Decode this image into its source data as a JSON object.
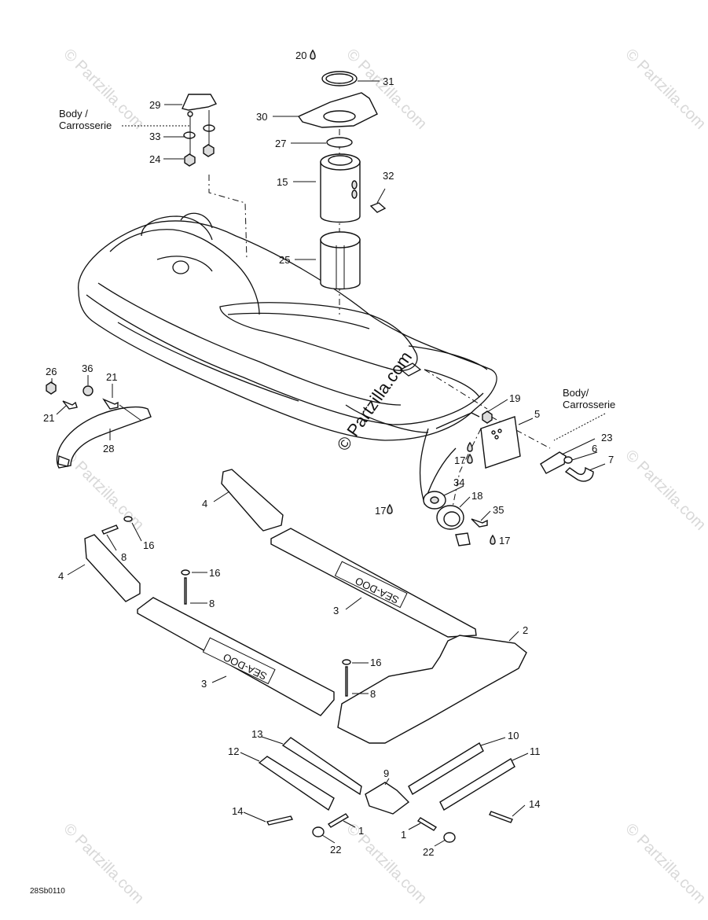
{
  "diagram": {
    "watermark_small": "© Partzilla.com",
    "watermark_center": "© Partzilla.com",
    "footer_code": "28Sb0110",
    "logo_text": "SEA-DOO",
    "body_label_left": [
      "Body /",
      "Carrosserie"
    ],
    "body_label_right": [
      "Body/",
      "Carrosserie"
    ],
    "callouts": {
      "c1a": "1",
      "c1b": "1",
      "c2": "2",
      "c3a": "3",
      "c3b": "3",
      "c4a": "4",
      "c4b": "4",
      "c5": "5",
      "c6": "6",
      "c7": "7",
      "c8a": "8",
      "c8b": "8",
      "c8c": "8",
      "c9": "9",
      "c10": "10",
      "c11": "11",
      "c12": "12",
      "c13": "13",
      "c14a": "14",
      "c14b": "14",
      "c15": "15",
      "c16a": "16",
      "c16b": "16",
      "c16c": "16",
      "c17a": "17",
      "c17b": "17",
      "c17c": "17",
      "c18": "18",
      "c19": "19",
      "c20": "20",
      "c21a": "21",
      "c21b": "21",
      "c22a": "22",
      "c22b": "22",
      "c23": "23",
      "c24": "24",
      "c25": "25",
      "c26": "26",
      "c27": "27",
      "c28": "28",
      "c29": "29",
      "c30": "30",
      "c31": "31",
      "c32": "32",
      "c33": "33",
      "c34": "34",
      "c35": "35",
      "c36": "36"
    },
    "adhesive_marker_icon": "drop-icon"
  }
}
